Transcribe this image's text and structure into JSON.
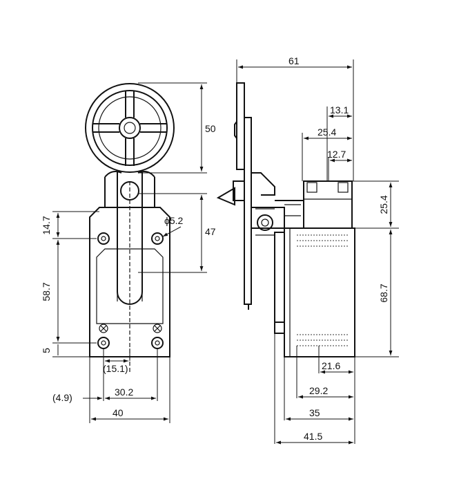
{
  "colors": {
    "ink": "#111111",
    "background": "#ffffff"
  },
  "front_view": {
    "wheel_dia": "50",
    "lever_len": "47",
    "hole_dia": "ϕ5.2",
    "top_hole_offset": "14.7",
    "hole_pitch": "58.7",
    "bottom_offset": "5",
    "center_offset": "(15.1)",
    "edge_offset": "(4.9)",
    "hole_spacing": "30.2",
    "body_width": "40"
  },
  "side_view": {
    "overall_width": "61",
    "dim_13_1": "13.1",
    "dim_25_4_top": "25.4",
    "dim_12_7": "12.7",
    "dim_25_4_side": "25.4",
    "dim_68_7": "68.7",
    "dim_21_6": "21.6",
    "dim_29_2": "29.2",
    "dim_35": "35",
    "dim_41_5": "41.5"
  }
}
